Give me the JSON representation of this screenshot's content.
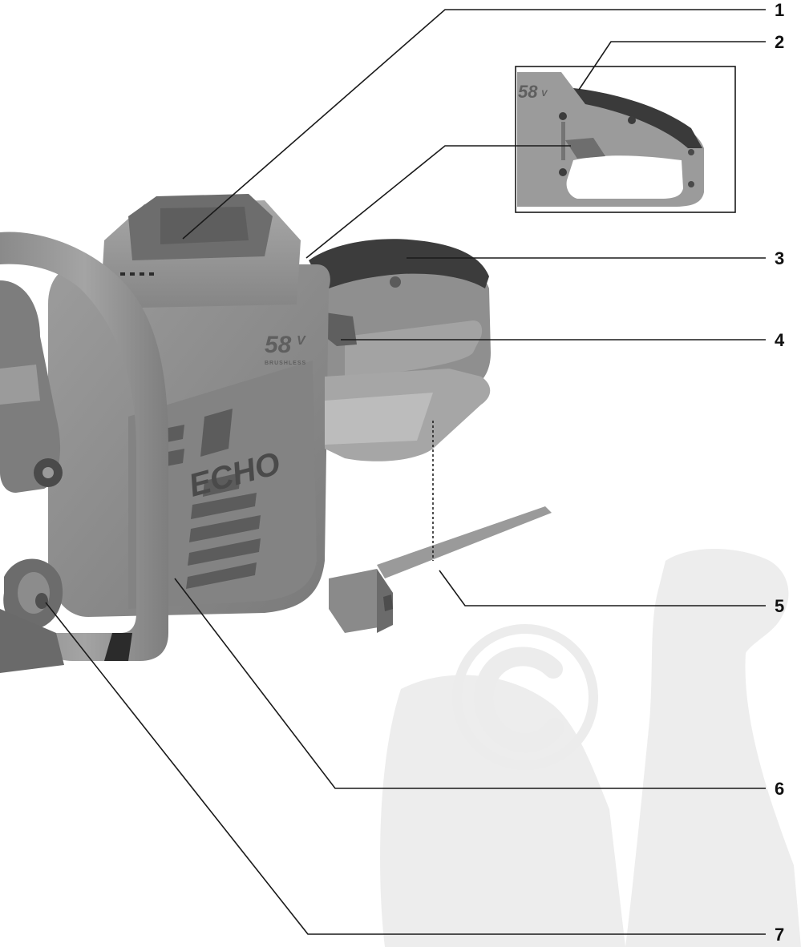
{
  "callouts": [
    {
      "id": "1",
      "label": "1"
    },
    {
      "id": "2",
      "label": "2"
    },
    {
      "id": "3",
      "label": "3"
    },
    {
      "id": "4",
      "label": "4"
    },
    {
      "id": "5",
      "label": "5"
    },
    {
      "id": "6",
      "label": "6"
    },
    {
      "id": "7",
      "label": "7"
    }
  ],
  "product_markings": {
    "voltage": "58",
    "voltage_unit": "V",
    "motor_type": "BRUSHLESS",
    "brand": "ECHO",
    "inset_voltage": "58",
    "inset_voltage_unit": "V"
  },
  "colors": {
    "body": "#8e8e8e",
    "body_dark": "#6f6f6f",
    "handle_grip": "#3c3c3c",
    "watermark": "#ededed",
    "line": "#1a1a1a"
  }
}
